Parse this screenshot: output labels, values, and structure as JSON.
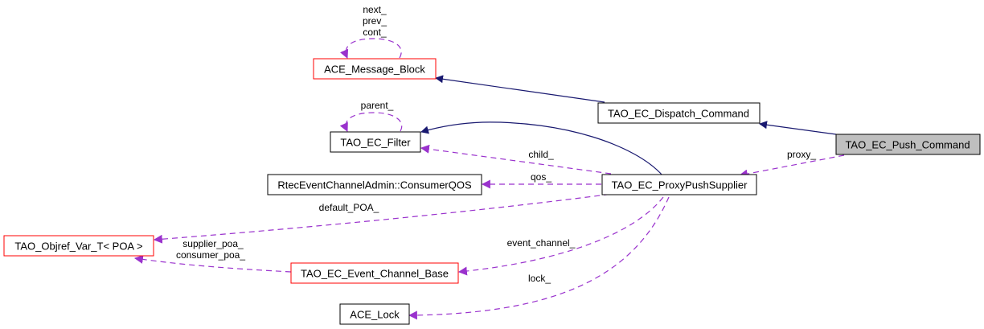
{
  "diagram": {
    "title": "Collaboration diagram for TAO_EC_Push_Command",
    "colors": {
      "inheritance_edge": "#191970",
      "usage_edge": "#9a32cd",
      "normal_border": "#000000",
      "undocumented_border": "#ff0000",
      "focus_fill": "#bfbfbf"
    },
    "nodes": [
      {
        "id": "ace_message_block",
        "label": "ACE_Message_Block",
        "style": "undocumented"
      },
      {
        "id": "tao_ec_filter",
        "label": "TAO_EC_Filter",
        "style": "normal"
      },
      {
        "id": "tao_ec_dispatch_command",
        "label": "TAO_EC_Dispatch_Command",
        "style": "normal"
      },
      {
        "id": "tao_ec_push_command",
        "label": "TAO_EC_Push_Command",
        "style": "focus"
      },
      {
        "id": "rtec_consumer_qos",
        "label": "RtecEventChannelAdmin::ConsumerQOS",
        "style": "normal"
      },
      {
        "id": "tao_ec_proxy_push_supplier",
        "label": "TAO_EC_ProxyPushSupplier",
        "style": "normal"
      },
      {
        "id": "tao_objref_var_t_poa",
        "label": "TAO_Objref_Var_T< POA >",
        "style": "undocumented"
      },
      {
        "id": "tao_ec_event_channel_base",
        "label": "TAO_EC_Event_Channel_Base",
        "style": "undocumented"
      },
      {
        "id": "ace_lock",
        "label": "ACE_Lock",
        "style": "normal"
      }
    ],
    "edges": [
      {
        "from": "ace_message_block",
        "to": "ace_message_block",
        "type": "usage",
        "label": "next_\nprev_\ncont_"
      },
      {
        "from": "tao_ec_filter",
        "to": "tao_ec_filter",
        "type": "usage",
        "label": "parent_"
      },
      {
        "from": "tao_ec_dispatch_command",
        "to": "ace_message_block",
        "type": "inheritance",
        "label": ""
      },
      {
        "from": "tao_ec_push_command",
        "to": "tao_ec_dispatch_command",
        "type": "inheritance",
        "label": ""
      },
      {
        "from": "tao_ec_proxy_push_supplier",
        "to": "tao_ec_filter",
        "type": "inheritance",
        "label": ""
      },
      {
        "from": "tao_ec_push_command",
        "to": "tao_ec_proxy_push_supplier",
        "type": "usage",
        "label": "proxy_"
      },
      {
        "from": "tao_ec_proxy_push_supplier",
        "to": "tao_ec_filter",
        "type": "usage",
        "label": "child_"
      },
      {
        "from": "tao_ec_proxy_push_supplier",
        "to": "rtec_consumer_qos",
        "type": "usage",
        "label": "qos_"
      },
      {
        "from": "tao_ec_proxy_push_supplier",
        "to": "tao_objref_var_t_poa",
        "type": "usage",
        "label": "default_POA_"
      },
      {
        "from": "tao_ec_event_channel_base",
        "to": "tao_objref_var_t_poa",
        "type": "usage",
        "label": "supplier_poa_\nconsumer_poa_"
      },
      {
        "from": "tao_ec_proxy_push_supplier",
        "to": "tao_ec_event_channel_base",
        "type": "usage",
        "label": "event_channel_"
      },
      {
        "from": "tao_ec_proxy_push_supplier",
        "to": "ace_lock",
        "type": "usage",
        "label": "lock_"
      }
    ]
  }
}
